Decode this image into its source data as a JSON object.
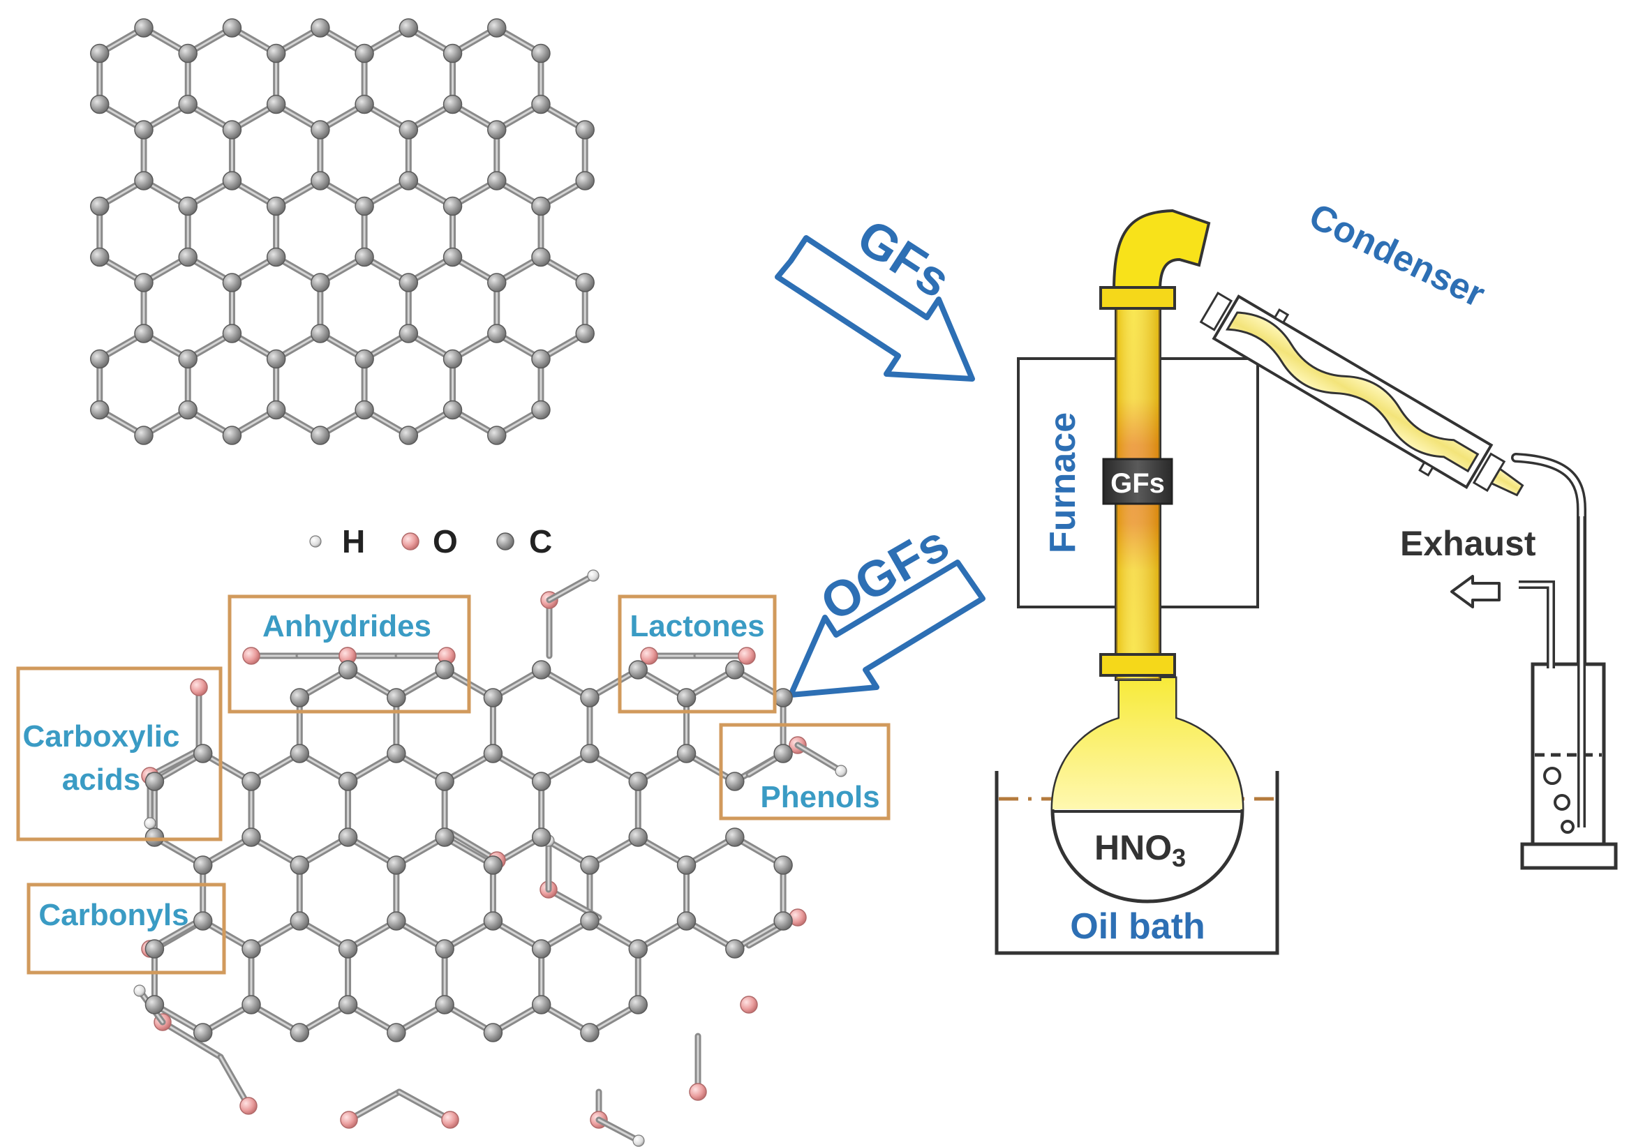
{
  "legend": {
    "h_label": "H",
    "o_label": "O",
    "c_label": "C"
  },
  "arrows": {
    "top_label": "GFs",
    "bottom_label": "OGFs"
  },
  "groups": {
    "anhydrides": "Anhydrides",
    "lactones": "Lactones",
    "carboxylic_line1": "Carboxylic",
    "carboxylic_line2": "acids",
    "phenols": "Phenols",
    "carbonyls": "Carbonyls"
  },
  "apparatus": {
    "furnace": "Furnace",
    "sample": "GFs",
    "condenser": "Condenser",
    "exhaust": "Exhaust",
    "flask_prefix": "HNO",
    "flask_subscript": "3",
    "bath": "Oil bath"
  },
  "colors": {
    "arrow_blue": "#2d6fb4",
    "label_blue": "#3a9bc4",
    "box_orange": "#d19a5c",
    "carbon_grey": "#8c8c8c",
    "oxygen_pink": "#e7a0a0",
    "hydrogen_white": "#e8e8e8",
    "tube_yellow": "#f6df1c",
    "tube_orange": "#e8820c"
  },
  "icons": {
    "top_arrow": "hollow-arrow-down-right",
    "bottom_arrow": "hollow-arrow-down-left",
    "exhaust_arrow": "hollow-arrow-left"
  }
}
